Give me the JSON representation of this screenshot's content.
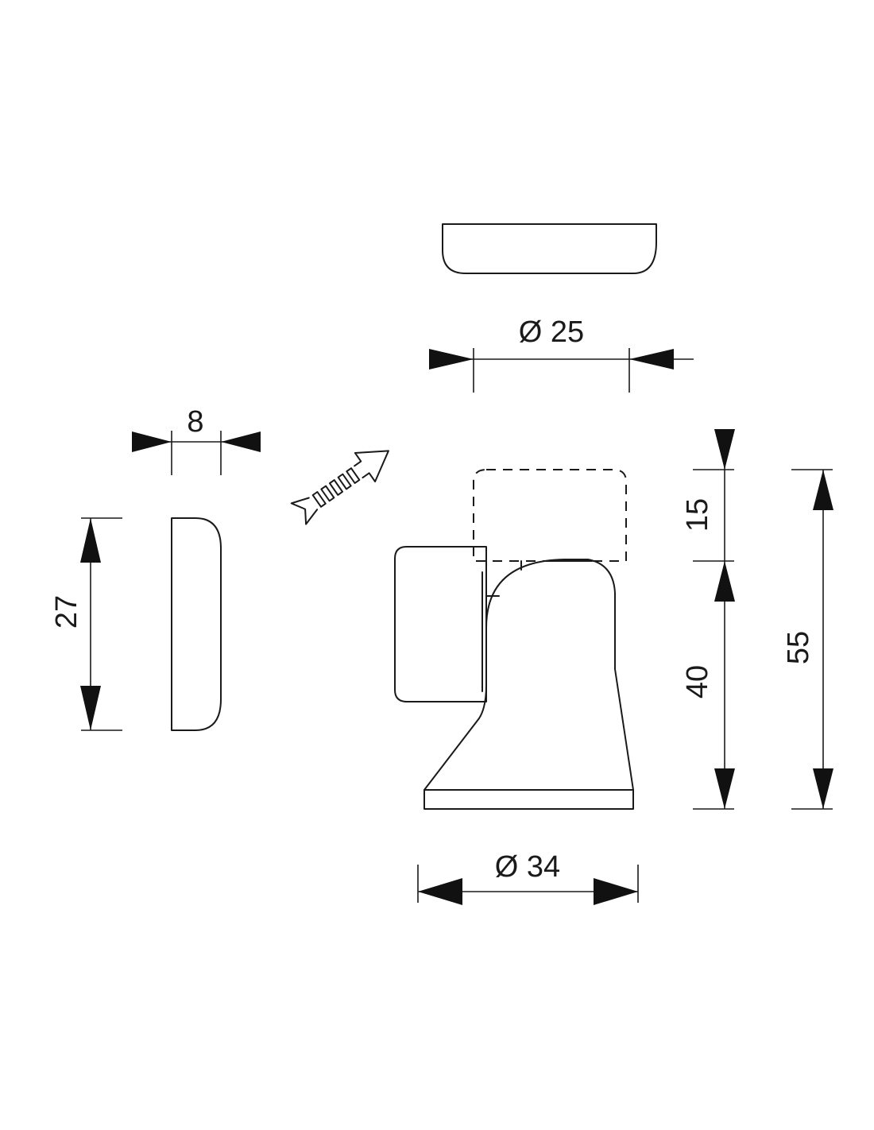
{
  "dimensions": {
    "top_magnet_diameter": "Ø 25",
    "base_diameter": "Ø 34",
    "side_thickness": "8",
    "side_height": "27",
    "magnet_height": "15",
    "body_height": "40",
    "total_height": "55"
  },
  "colors": {
    "line": "#1a1a1a",
    "background": "#ffffff"
  },
  "icons": {
    "rotation_arrow": "curved-rotation-arrow-icon"
  }
}
